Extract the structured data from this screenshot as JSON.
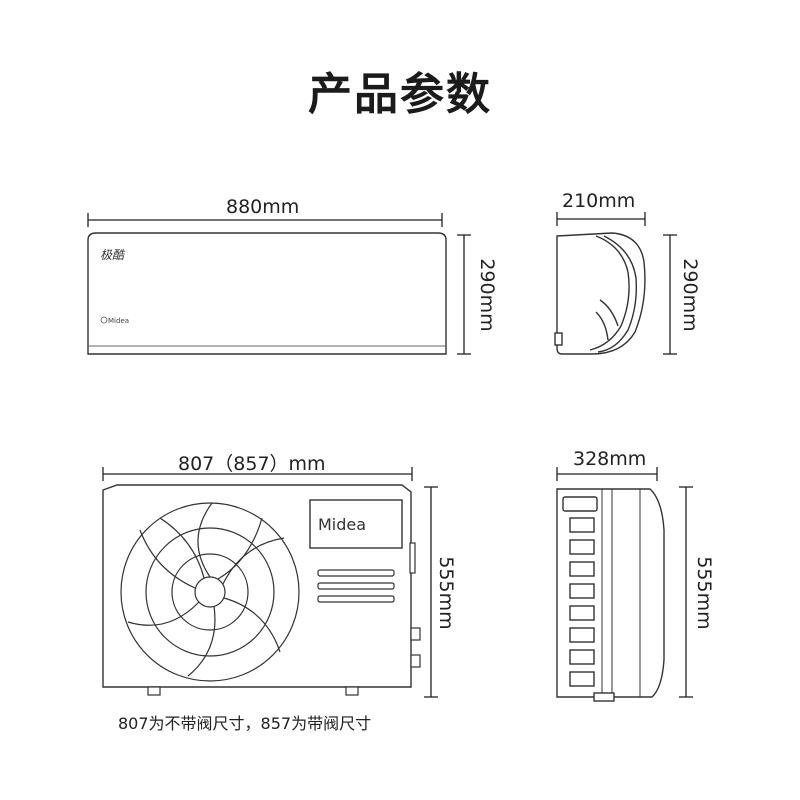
{
  "title": "产品参数",
  "indoor_front": {
    "width_label": "880mm",
    "height_label": "290mm",
    "badge_text": "极酷",
    "brand_small": "Midea"
  },
  "indoor_side": {
    "width_label": "210mm",
    "height_label": "290mm"
  },
  "outdoor_front": {
    "width_label": "807（857）mm",
    "height_label": "555mm",
    "brand": "Midea"
  },
  "outdoor_side": {
    "width_label": "328mm",
    "height_label": "555mm"
  },
  "note": "807为不带阀尺寸，857为带阀尺寸"
}
